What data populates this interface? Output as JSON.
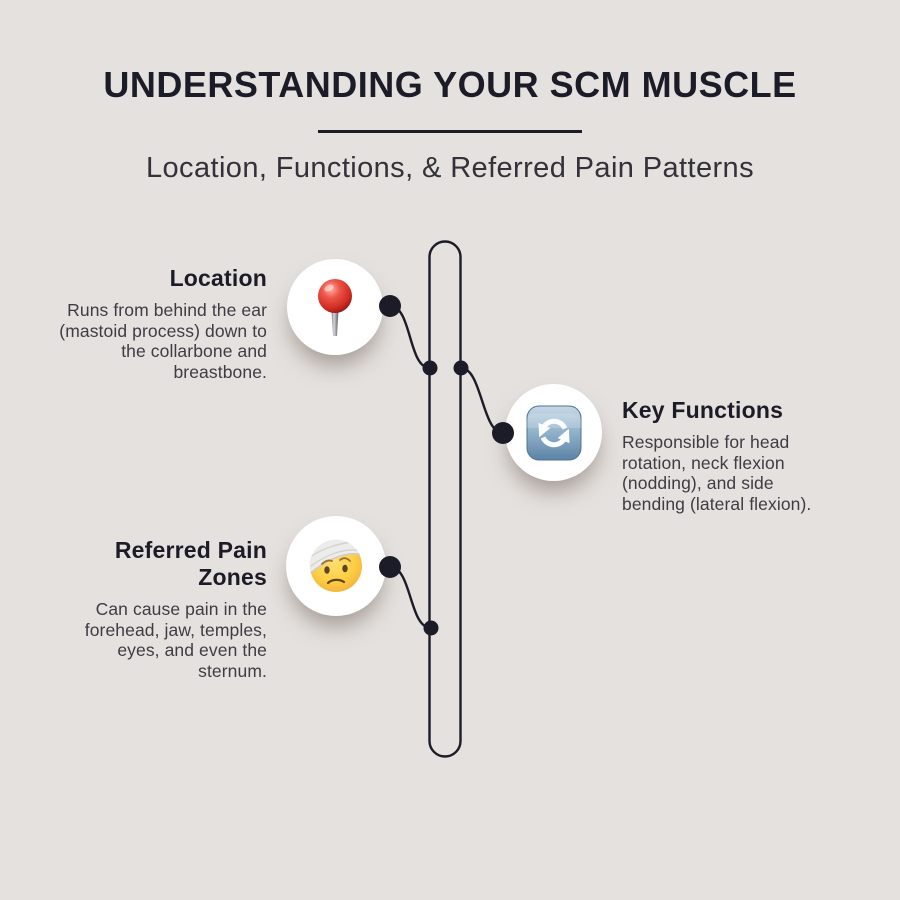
{
  "header": {
    "title": "UNDERSTANDING YOUR SCM MUSCLE",
    "subtitle": "Location, Functions, & Referred Pain Patterns"
  },
  "nodes": [
    {
      "heading": "Location",
      "body": "Runs from behind the ear (mastoid process) down to the collarbone and breastbone.",
      "lines": [
        "Runs from behind the ear",
        "(mastoid process) down to",
        "the collarbone and",
        "breastbone."
      ],
      "icon": "round-pushpin-emoji",
      "side": "left"
    },
    {
      "heading": "Key Functions",
      "body": "Responsible for head rotation, neck flexion (nodding), and side bending (lateral flexion).",
      "lines": [
        "Responsible for head",
        "rotation, neck flexion",
        "(nodding), and side",
        "bending (lateral flexion)."
      ],
      "icon": "counterclockwise-arrows-emoji",
      "side": "right"
    },
    {
      "heading": "Referred Pain Zones",
      "body": "Can cause pain in the forehead, jaw, temples, eyes, and even the sternum.",
      "lines": [
        "Can cause pain in the",
        "forehead, jaw, temples,",
        "eyes, and even the",
        "sternum."
      ],
      "icon": "face-with-head-bandage-emoji",
      "side": "left"
    }
  ],
  "colors": {
    "background": "#e5e1de",
    "ink": "#1c1b28",
    "body_text": "#3d3c44",
    "circle_fill": "#ffffff",
    "pin_red": "#d93a2f",
    "refresh_blue": "#7fa3bf",
    "face_yellow": "#fdc93c"
  }
}
